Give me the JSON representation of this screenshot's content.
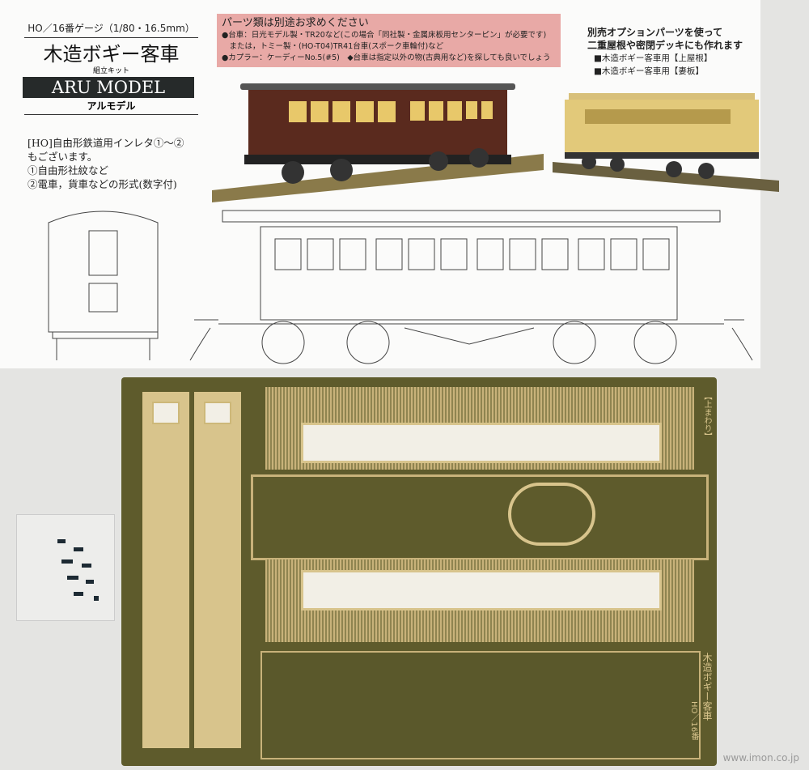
{
  "card": {
    "gauge": "HO／16番ゲージ（1/80・16.5mm）",
    "title": "木造ボギー客車",
    "kit_label": "組立キット",
    "brand": "ARU MODEL",
    "brand_kana": "アルモデル",
    "inleta_lines": [
      "[HO]自由形鉄道用インレタ①～②",
      "もございます。",
      "①自由形社紋など",
      "②電車，貨車などの形式(数字付)"
    ],
    "parts_notice": {
      "heading": "パーツ類は別途お求めください",
      "lines": [
        "●台車：日光モデル製・TR20など(この場合「同社製・金属床板用センターピン」が必要です)",
        "　または，トミー製・(HO-T04)TR41台車(スポーク車輪付)など",
        "●カプラー：ケーディーNo.5(#5)　◆台車は指定以外の物(古典用など)を探しても良いでしょう"
      ],
      "color": "#e8a9a6"
    },
    "option": {
      "lines": [
        "別売オプションパーツを使って",
        "二重屋根や密閉デッキにも作れます"
      ],
      "items": [
        "■木造ボギー客車用【上屋根】",
        "■木造ボギー客車用【妻板】"
      ]
    }
  },
  "fret": {
    "label_top": "【上まわり】",
    "label_name": "木造ボギー客車",
    "label_gauge": "HO／16番",
    "colors": {
      "fret": "#5e5b2c",
      "brass": "#d8c48c"
    }
  },
  "watermark": "www.imon.co.jp"
}
